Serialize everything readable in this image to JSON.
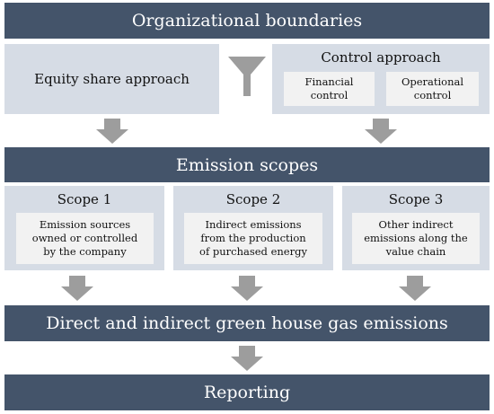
{
  "bands": {
    "organizational": "Organizational boundaries",
    "emission_scopes": "Emission scopes",
    "direct_indirect": "Direct and indirect green house gas emissions",
    "reporting": "Reporting"
  },
  "approaches": {
    "equity": "Equity share approach",
    "control": {
      "title": "Control approach",
      "financial": [
        "Financial",
        "control"
      ],
      "operational": [
        "Operational",
        "control"
      ]
    }
  },
  "scopes": [
    {
      "title": "Scope 1",
      "desc": [
        "Emission sources",
        "owned or controlled",
        "by the company"
      ]
    },
    {
      "title": "Scope 2",
      "desc": [
        "Indirect emissions",
        "from the production",
        "of purchased energy"
      ]
    },
    {
      "title": "Scope 3",
      "desc": [
        "Other indirect",
        "emissions along the",
        "value chain"
      ]
    }
  ],
  "colors": {
    "band": "#44546a",
    "panel": "#d6dce5",
    "inner": "#f2f2f2",
    "arrow": "#9d9d9d"
  },
  "icons": [
    "funnel-icon",
    "arrow-down-icon"
  ]
}
